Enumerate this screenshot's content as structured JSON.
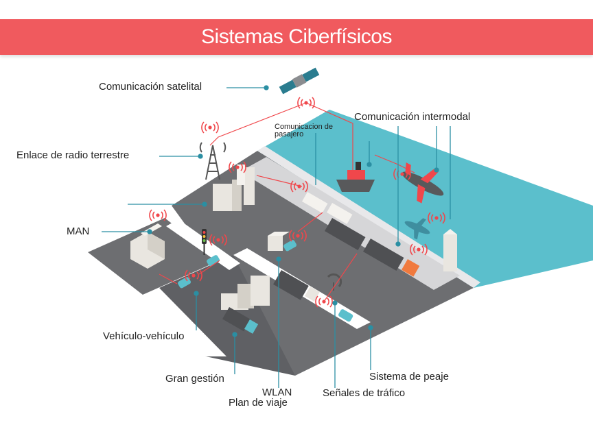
{
  "title": "Sistemas Ciberfísicos",
  "labels": {
    "satellite": "Comunicación satelital",
    "radio": "Enlace de radio terrestre",
    "passenger": "Comunicacion de pasajero",
    "intermodal": "Comunicación intermodal",
    "man": "MAN",
    "v2v": "Vehículo-vehículo",
    "management": "Gran gestión",
    "wlan": "WLAN",
    "trip_plan": "Plan de viaje",
    "traffic_signals": "Señales de tráfico",
    "toll": "Sistema de peaje"
  },
  "colors": {
    "banner": "#f05a5e",
    "water": "#5bbfcc",
    "road": "#6d6e71",
    "lane": "#d7d7d9",
    "signal": "#f0474b",
    "leader": "#2b8fa3"
  }
}
